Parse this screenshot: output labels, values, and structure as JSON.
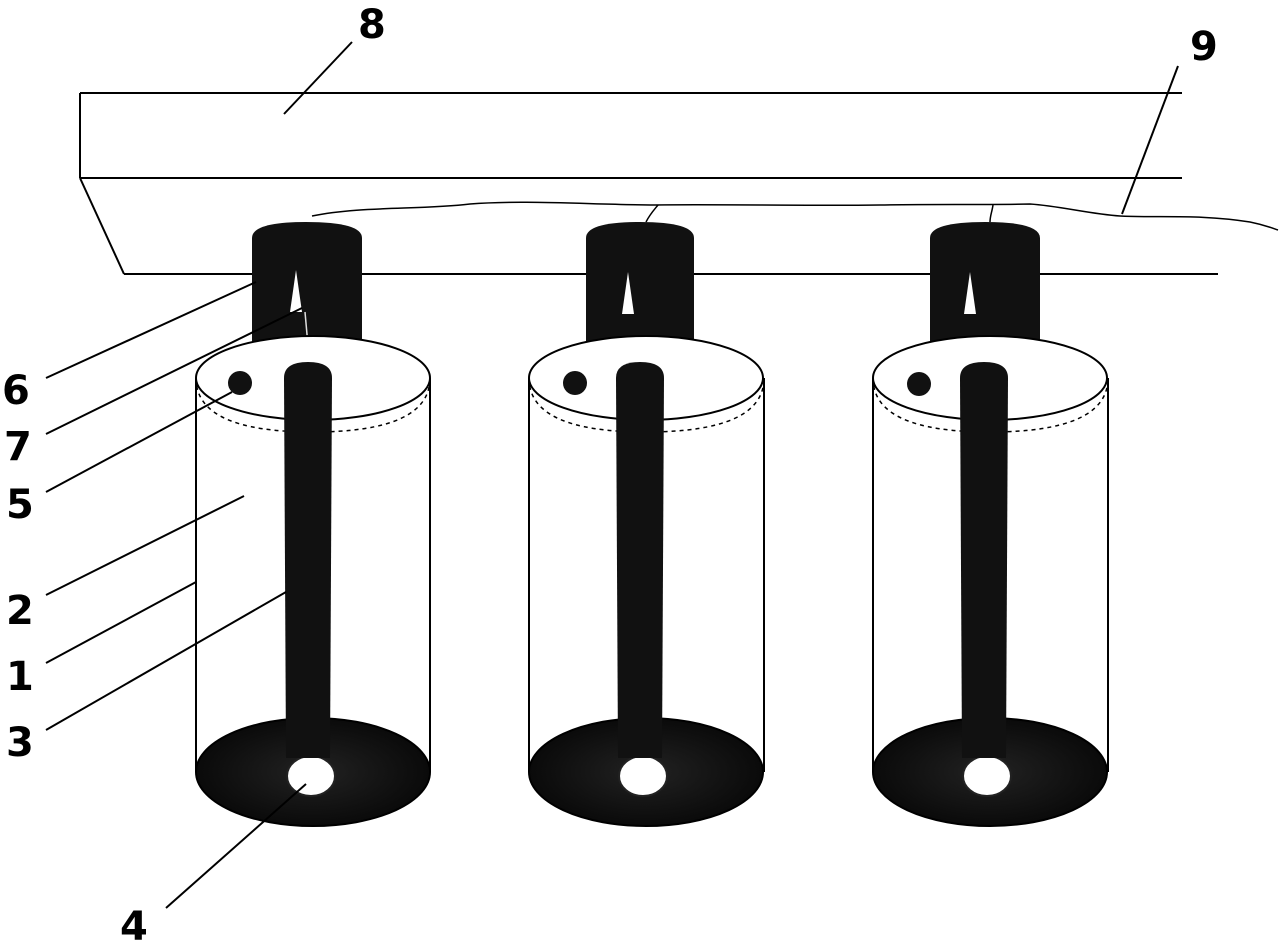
{
  "labels": {
    "l1": "1",
    "l2": "2",
    "l3": "3",
    "l4": "4",
    "l5": "5",
    "l6": "6",
    "l7": "7",
    "l8": "8",
    "l9": "9"
  },
  "colors": {
    "ink": "#000000",
    "paper": "#ffffff",
    "fill": "#111111"
  }
}
